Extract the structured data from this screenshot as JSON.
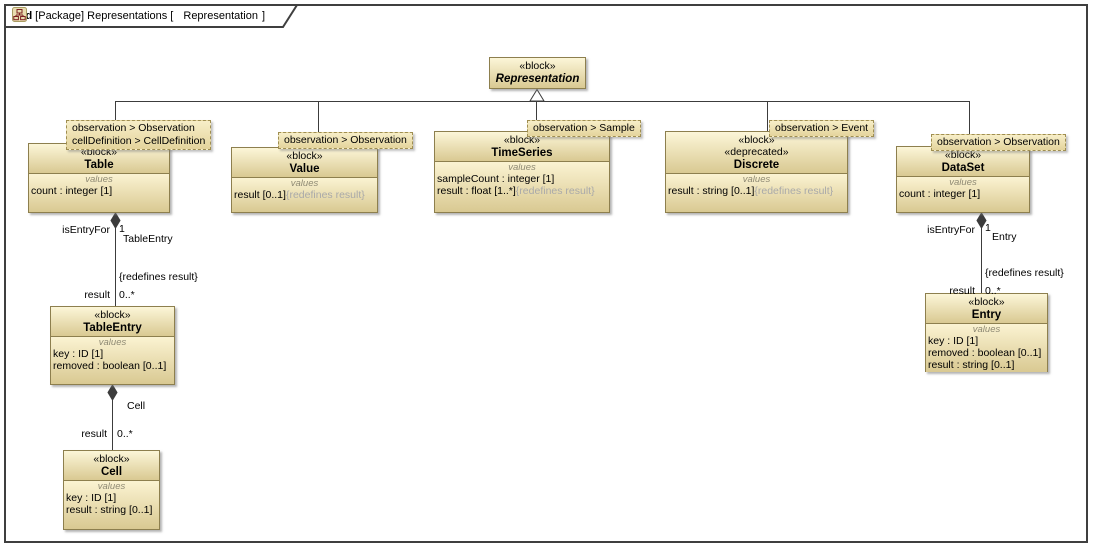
{
  "tab": {
    "keyword": "bdd",
    "context": "[Package] Representations [",
    "diagram_name": "Representation",
    "bracket_close": "]"
  },
  "blocks": {
    "representation": {
      "stereotype": "«block»",
      "name": "Representation"
    },
    "table": {
      "stereotype": "«block»",
      "name": "Table",
      "values_caption": "values",
      "callout_line1": "observation > Observation",
      "callout_line2": "cellDefinition > CellDefinition",
      "values": [
        {
          "text": "count : integer [1]"
        }
      ]
    },
    "value": {
      "stereotype": "«block»",
      "name": "Value",
      "values_caption": "values",
      "callout_line1": "observation > Observation",
      "values": [
        {
          "text": "result [0..1]",
          "constraint": "{redefines result}"
        }
      ]
    },
    "timeseries": {
      "stereotype": "«block»",
      "name": "TimeSeries",
      "values_caption": "values",
      "callout_line1": "observation > Sample",
      "values": [
        {
          "text": "sampleCount : integer [1]"
        },
        {
          "text": "result : float [1..*]",
          "constraint": "{redefines result}"
        }
      ]
    },
    "discrete": {
      "stereotype": "«block»",
      "stereotype2": "«deprecated»",
      "name": "Discrete",
      "values_caption": "values",
      "callout_line1": "observation > Event",
      "values": [
        {
          "text": "result : string [0..1]",
          "constraint": "{redefines result}"
        }
      ]
    },
    "dataset": {
      "stereotype": "«block»",
      "name": "DataSet",
      "values_caption": "values",
      "callout_line1": "observation > Observation",
      "values": [
        {
          "text": "count : integer [1]"
        }
      ]
    },
    "tableentry": {
      "stereotype": "«block»",
      "name": "TableEntry",
      "values_caption": "values",
      "values": [
        {
          "text": "key : ID [1]"
        },
        {
          "text": "removed : boolean [0..1]"
        }
      ]
    },
    "cell": {
      "stereotype": "«block»",
      "name": "Cell",
      "values_caption": "values",
      "values": [
        {
          "text": "key : ID [1]"
        },
        {
          "text": "result : string [0..1]"
        }
      ]
    },
    "entry": {
      "stereotype": "«block»",
      "name": "Entry",
      "values_caption": "values",
      "values": [
        {
          "text": "key : ID [1]"
        },
        {
          "text": "removed : boolean [0..1]"
        },
        {
          "text": "result : string [0..1]"
        }
      ]
    }
  },
  "associations": {
    "table_tableentry": {
      "role_source": "isEntryFor",
      "mult_source": "1",
      "name": "TableEntry",
      "constraint": "{redefines result}",
      "role_target": "result",
      "mult_target": "0..*"
    },
    "tableentry_cell": {
      "name": "Cell",
      "role_target": "result",
      "mult_target": "0..*"
    },
    "dataset_entry": {
      "role_source": "isEntryFor",
      "mult_source": "1",
      "name": "Entry",
      "constraint": "{redefines result}",
      "role_target": "result",
      "mult_target": "0..*"
    }
  },
  "colors": {
    "block_fill_top": "#fcf6d8",
    "block_fill_bottom": "#d9c992",
    "block_border": "#8d7f4e",
    "callout_border": "#9f8e51",
    "constraint_text": "#a9a9a9",
    "frame_border": "#3f3f3f",
    "icon_glyph": "#7a2020",
    "icon_fill": "#e9ddb0"
  }
}
